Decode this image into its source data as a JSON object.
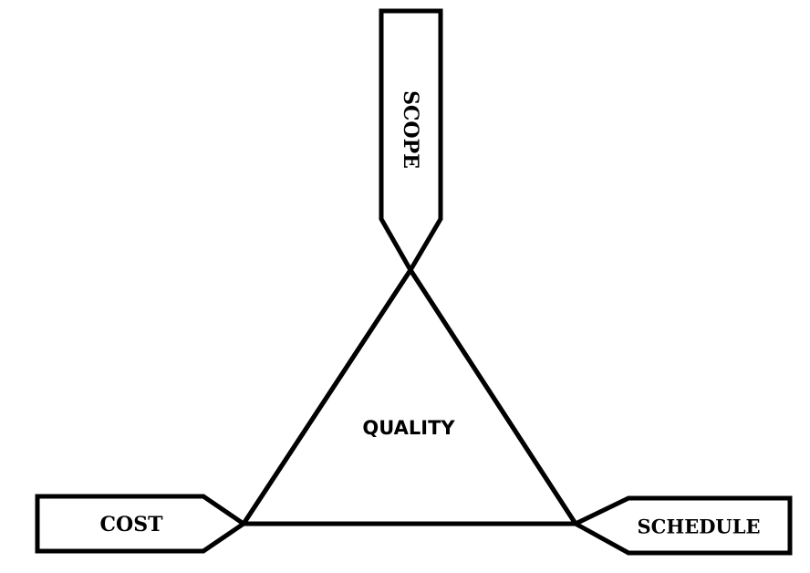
{
  "diagram": {
    "center_label": "QUALITY",
    "top_label": "SCOPE",
    "left_label": "COST",
    "right_label": "SCHEDULE"
  },
  "colors": {
    "stroke": "#000000",
    "fill": "#ffffff",
    "background": "#ffffff"
  }
}
